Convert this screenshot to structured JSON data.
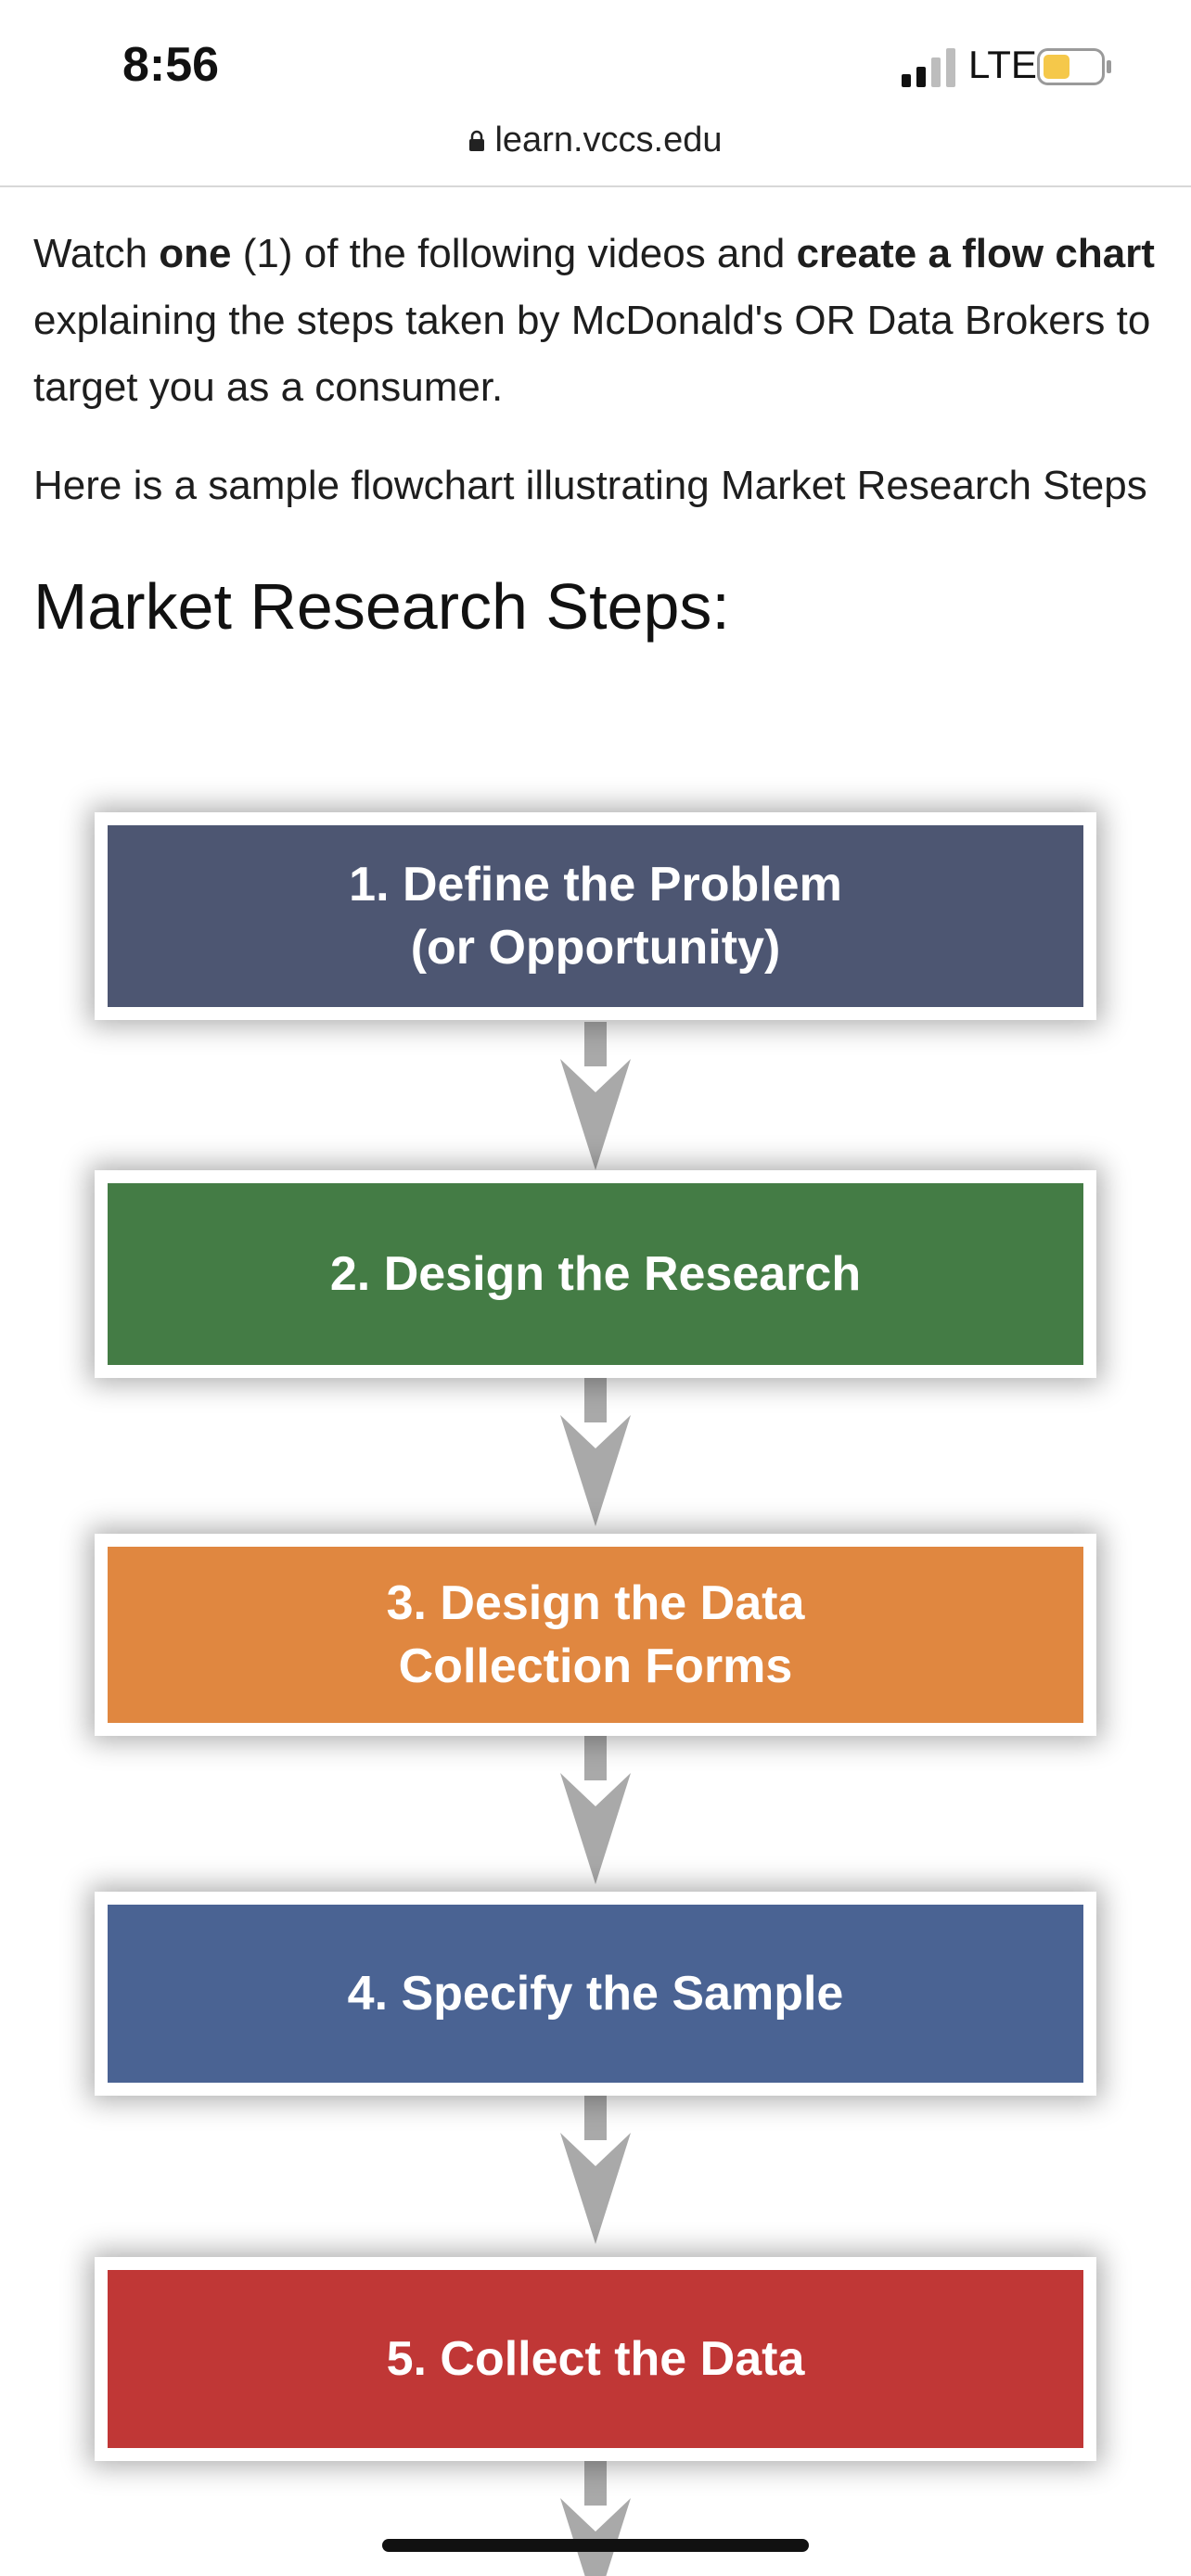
{
  "status_bar": {
    "time": "8:56",
    "carrier": "LTE",
    "battery_color": "#f5c84a"
  },
  "browser": {
    "url": "learn.vccs.edu"
  },
  "content": {
    "para1": {
      "t1": "Watch ",
      "b1": "one",
      "t2": "  (1) of the following videos and ",
      "b2": "create a flow chart",
      "t3": " explaining the steps taken by McDonald's OR Data Brokers to target you as a consumer."
    },
    "para2": "Here is a sample flowchart illustrating Market Research Steps",
    "heading": "Market Research Steps:"
  },
  "flowchart": {
    "arrow_color": "#a9a9a9",
    "steps": [
      {
        "label": "1. Define the Problem\n(or Opportunity)",
        "color": "#4d5672"
      },
      {
        "label": "2. Design the Research",
        "color": "#447c45"
      },
      {
        "label": "3. Design the Data\nCollection Forms",
        "color": "#e08740"
      },
      {
        "label": "4. Specify the Sample",
        "color": "#4a6393"
      },
      {
        "label": "5. Collect the Data",
        "color": "#c03736"
      }
    ]
  }
}
